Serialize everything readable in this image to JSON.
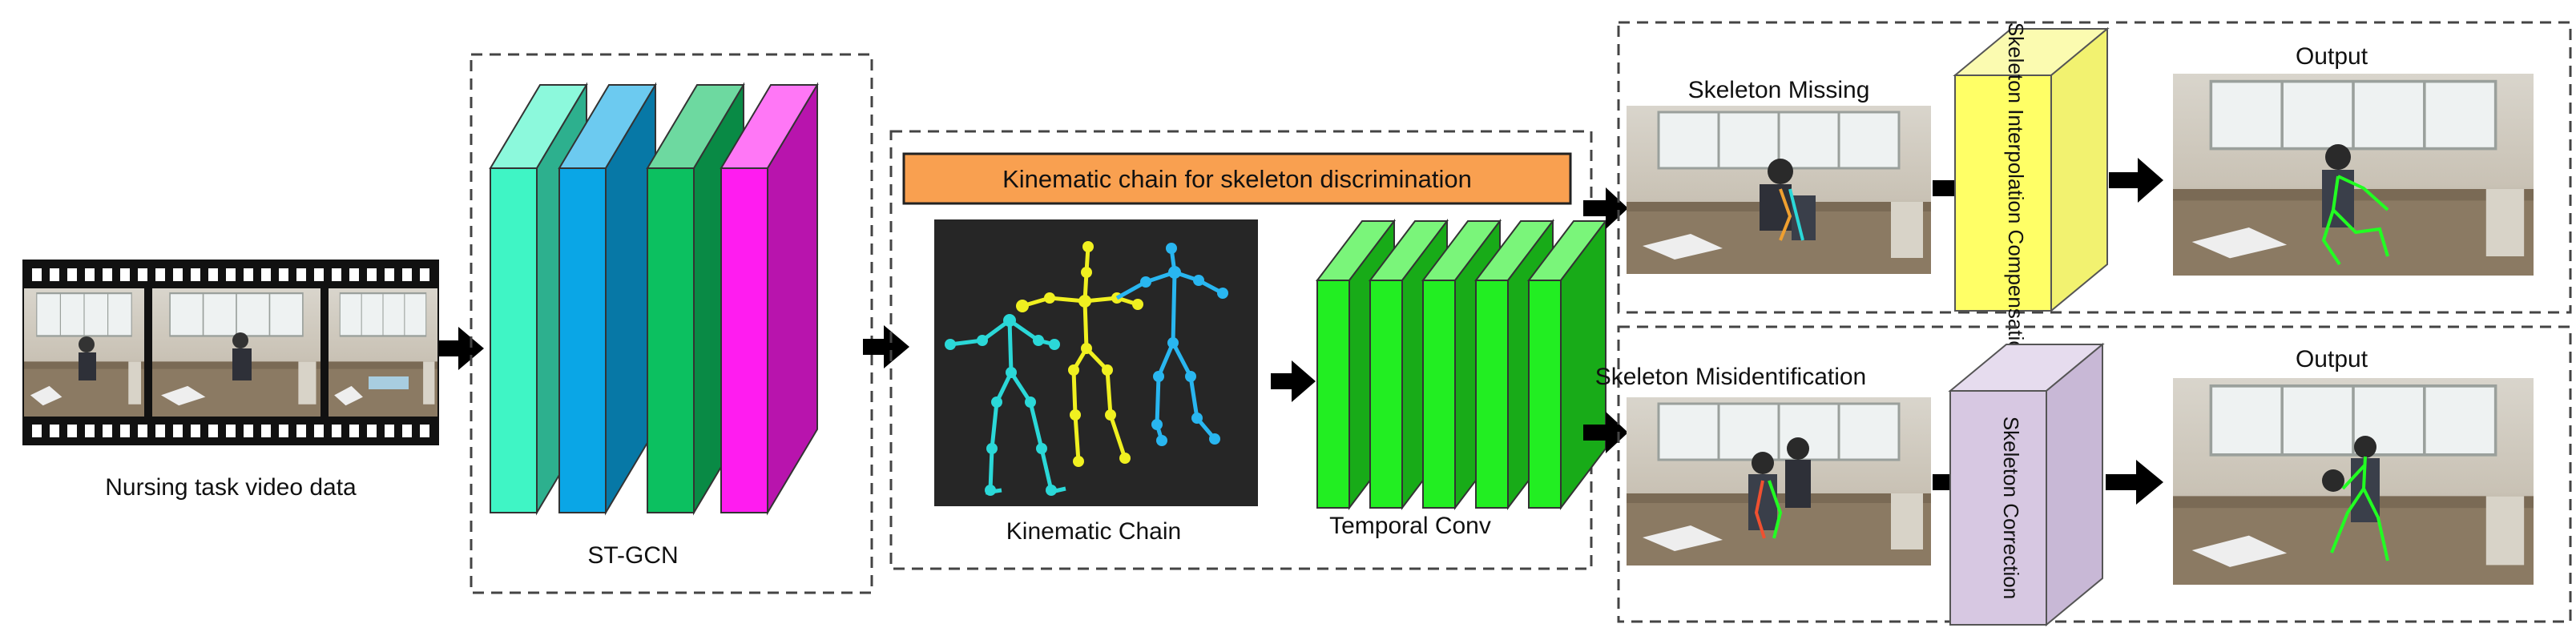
{
  "input": {
    "label": "Nursing task video data"
  },
  "stgcn": {
    "label": "ST-GCN"
  },
  "kinematic": {
    "banner": "Kinematic chain for skeleton discrimination",
    "chain_label": "Kinematic Chain",
    "temporal_label": "Temporal Conv"
  },
  "missing": {
    "title": "Skeleton Missing",
    "block_text": "Skeleton Interpolation Compensation",
    "output_title": "Output"
  },
  "misid": {
    "title": "Skeleton Misidentification",
    "block_text": "Skeleton Correction",
    "output_title": "Output"
  },
  "colors": {
    "stgcn_layers": [
      "#3ff5c5",
      "#0aa6e6",
      "#0cc060",
      "#ff1cf0"
    ],
    "temporal_green": "#22ee22",
    "banner": "#f9a050",
    "block_yellow": "#ffff66",
    "block_purple": "#d7c8e2",
    "skeleton_green": "#22ff22",
    "skeleton_yellow": "#f0f020",
    "skeleton_cyan": "#2bd8d8",
    "skeleton_blue": "#29b6f0"
  }
}
